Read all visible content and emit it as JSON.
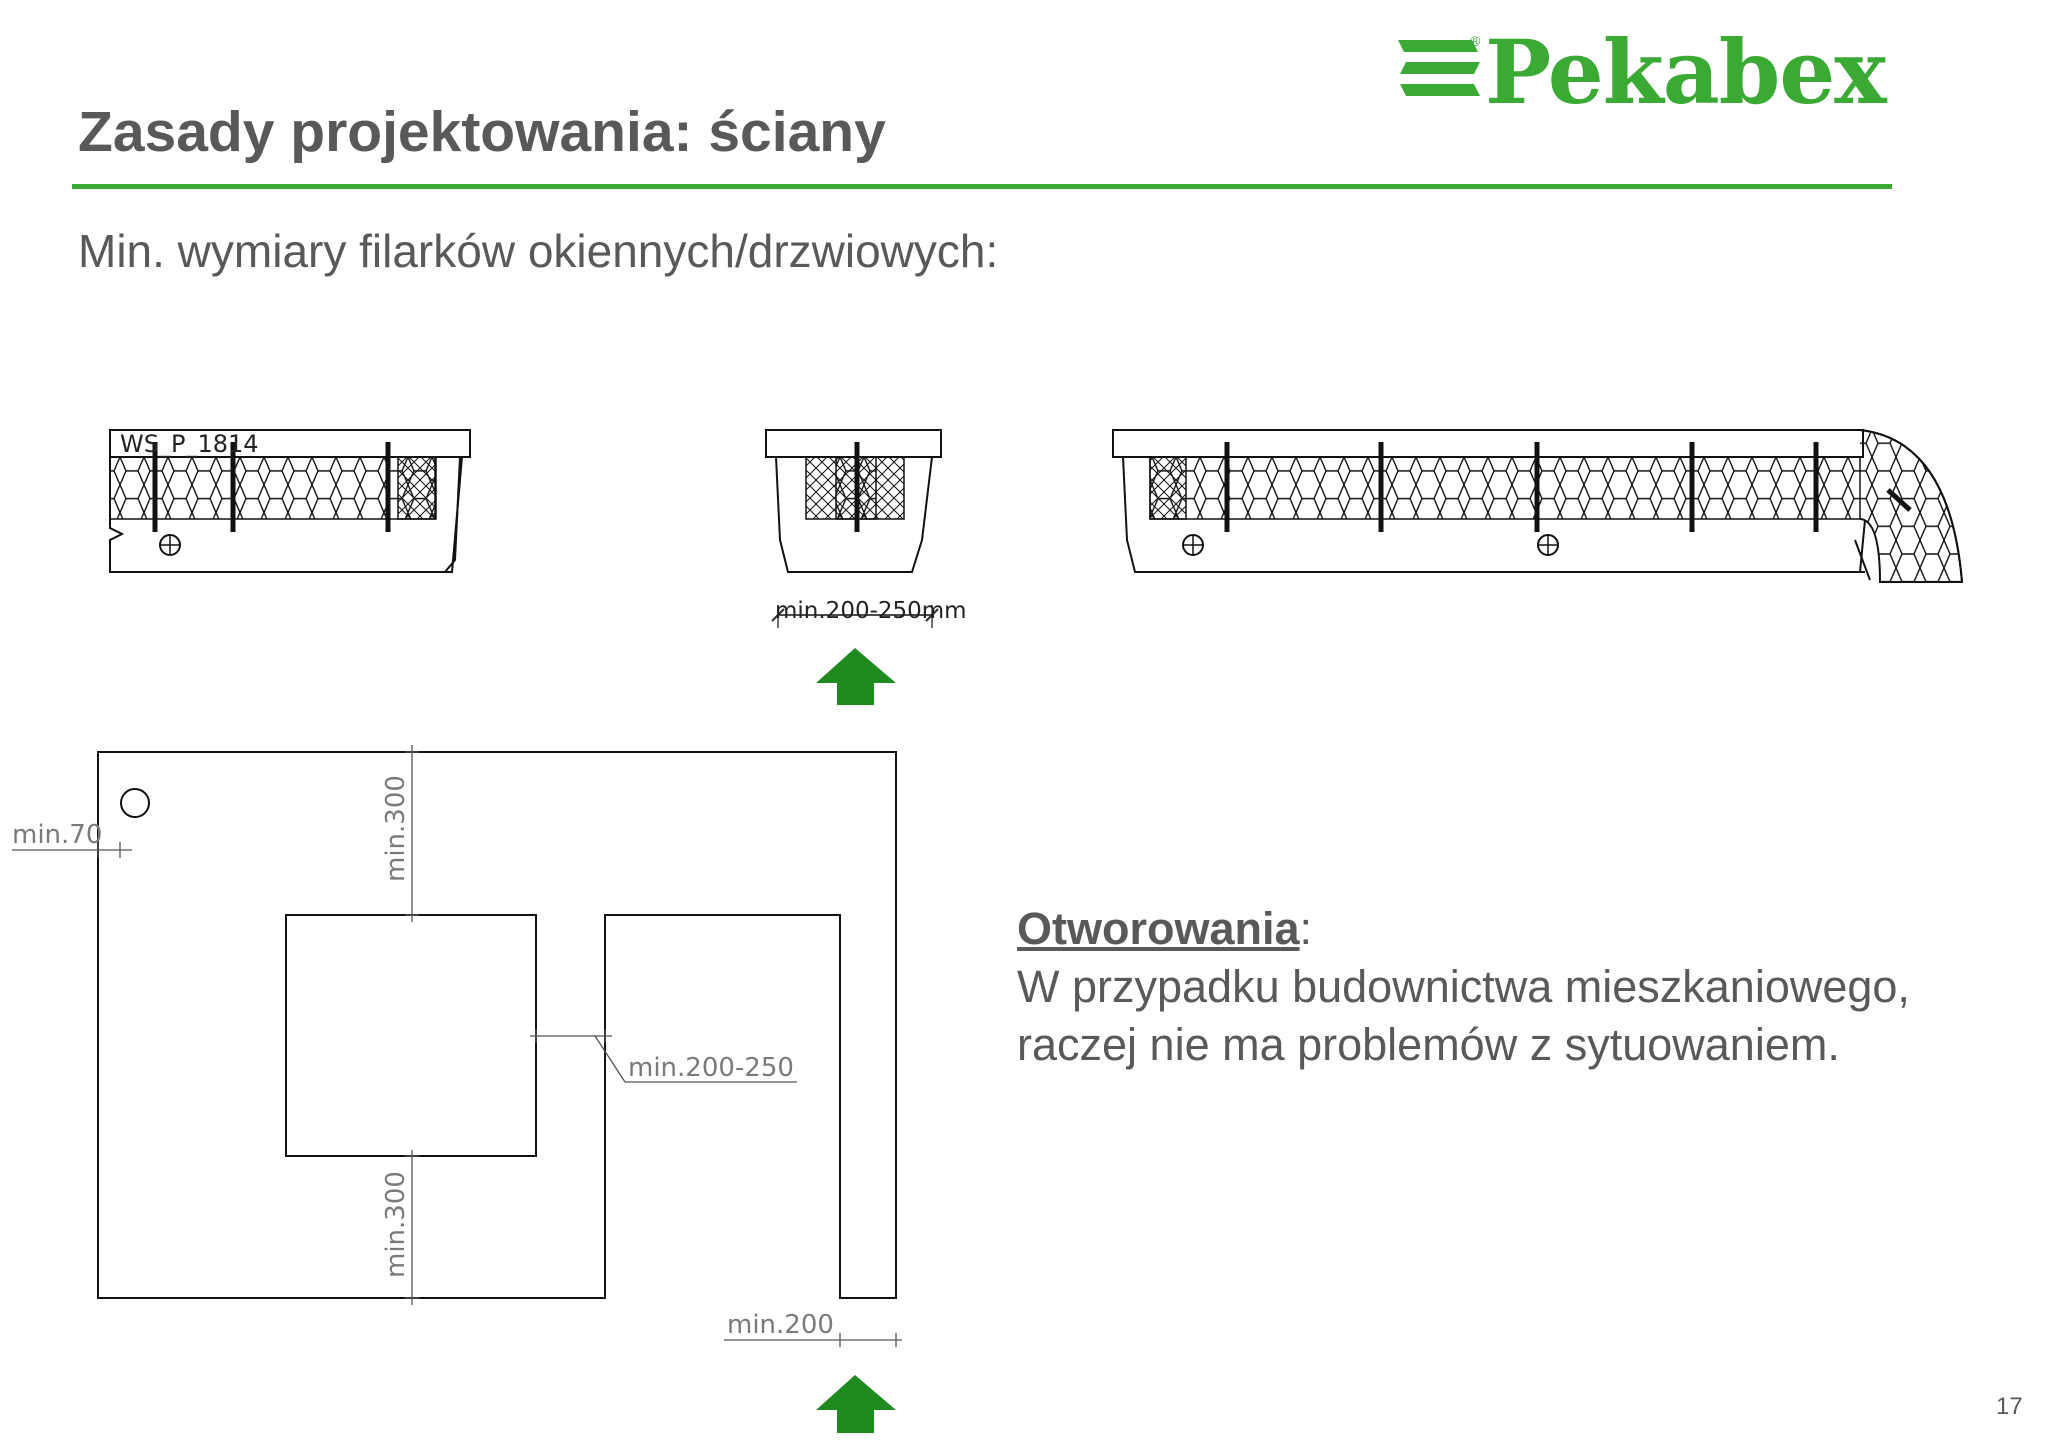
{
  "header": {
    "title": "Zasady projektowania: ściany",
    "subtitle": "Min. wymiary filarków okiennych/drzwiowych:"
  },
  "logo": {
    "text": "Pekabex",
    "registered": "®"
  },
  "cross_sections": {
    "left_code": "WS_P_1814",
    "middle_dim": "min.200-250mm"
  },
  "wall_elevation": {
    "dim_left": "min.70",
    "dim_top": "min.300",
    "dim_middle": "min.200-250",
    "dim_bottom": "min.300",
    "dim_right_bottom": "min.200"
  },
  "note": {
    "heading": "Otworowania",
    "heading_suffix": ":",
    "line1": "W przypadku budownictwa mieszkaniowego,",
    "line2": "raczej nie ma problemów z sytuowaniem."
  },
  "page_number": "17",
  "colors": {
    "accent_green": "#3aaa35",
    "arrow_green": "#1f8a1f",
    "text_gray": "#595959"
  }
}
